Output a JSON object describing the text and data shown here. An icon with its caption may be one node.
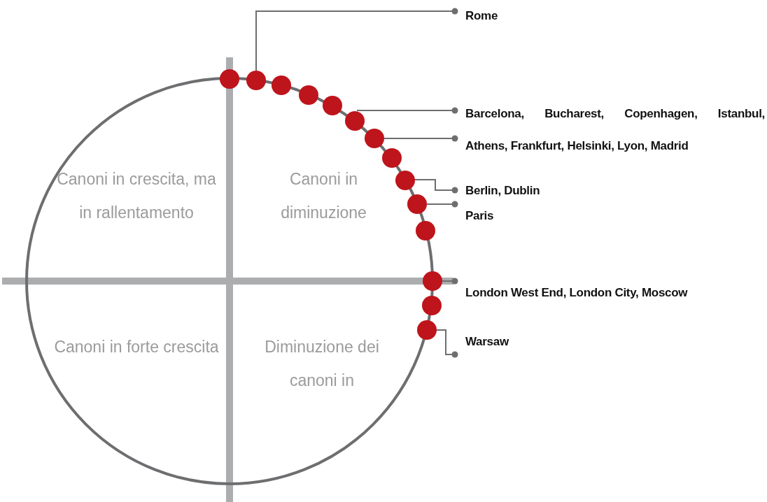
{
  "diagram": {
    "nodes": [
      {
        "text": [],
        "shape": "circle"
      },
      {
        "text": [],
        "shape": "circle"
      },
      {
        "text": [],
        "shape": "circle"
      },
      {
        "text": [],
        "shape": "circle"
      },
      {
        "text": [],
        "shape": "circle"
      },
      {
        "text": [],
        "shape": "circle"
      },
      {
        "text": [],
        "shape": "circle"
      },
      {
        "text": [],
        "shape": "circle"
      },
      {
        "text": [],
        "shape": "circle"
      },
      {
        "text": [],
        "shape": "circle"
      },
      {
        "text": [],
        "shape": "circle"
      },
      {
        "text": [],
        "shape": "circle"
      },
      {
        "text": [],
        "shape": "circle"
      },
      {
        "text": [],
        "shape": "circle"
      },
      {
        "text": [
          "Rome"
        ]
      },
      {
        "text": [
          "Barcelona, Bucharest, Copenhagen, Istanbul,"
        ]
      },
      {
        "text": [
          "Athens, Frankfurt, Helsinki, Lyon, Madrid"
        ]
      },
      {
        "text": [
          "Berlin, Dublin"
        ]
      },
      {
        "text": [
          "Paris"
        ]
      },
      {
        "text": [
          "London West End, London City, Moscow"
        ]
      },
      {
        "text": [
          "Warsaw"
        ]
      }
    ],
    "edges": [
      {
        "from": 14,
        "to": 1,
        "arrow": "other"
      },
      {
        "from": 15,
        "to": 5,
        "arrow": "other"
      },
      {
        "from": 16,
        "to": 6,
        "arrow": "other"
      },
      {
        "from": 17,
        "to": 8,
        "arrow": "other"
      },
      {
        "from": 18,
        "to": 9,
        "arrow": "other"
      },
      {
        "from": 19,
        "to": 11,
        "arrow": "other"
      },
      {
        "from": 20,
        "to": 13,
        "arrow": "other"
      }
    ],
    "labels": [
      "Canoni in crescita, ma in rallentamento",
      "Canoni in diminuzione",
      "Canoni in forte crescita",
      "Diminuzione dei canoni in"
    ]
  }
}
